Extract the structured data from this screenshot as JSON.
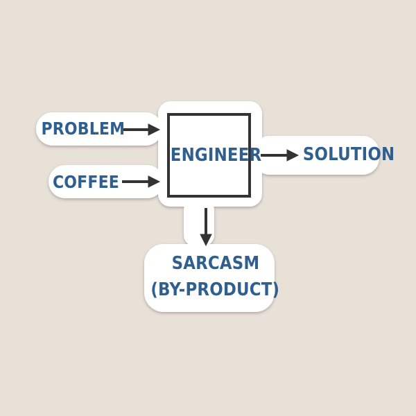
{
  "diagram": {
    "inputs": {
      "problem": "PROBLEM",
      "coffee": "COFFEE"
    },
    "process": "ENGINEER",
    "output": "SOLUTION",
    "byproduct": {
      "line1": "SARCASM",
      "line2": "(BY-PRODUCT)"
    }
  },
  "colors": {
    "background": "#e8e1d8",
    "text": "#2f5f8f",
    "stroke": "#333333",
    "sticker": "#ffffff"
  }
}
